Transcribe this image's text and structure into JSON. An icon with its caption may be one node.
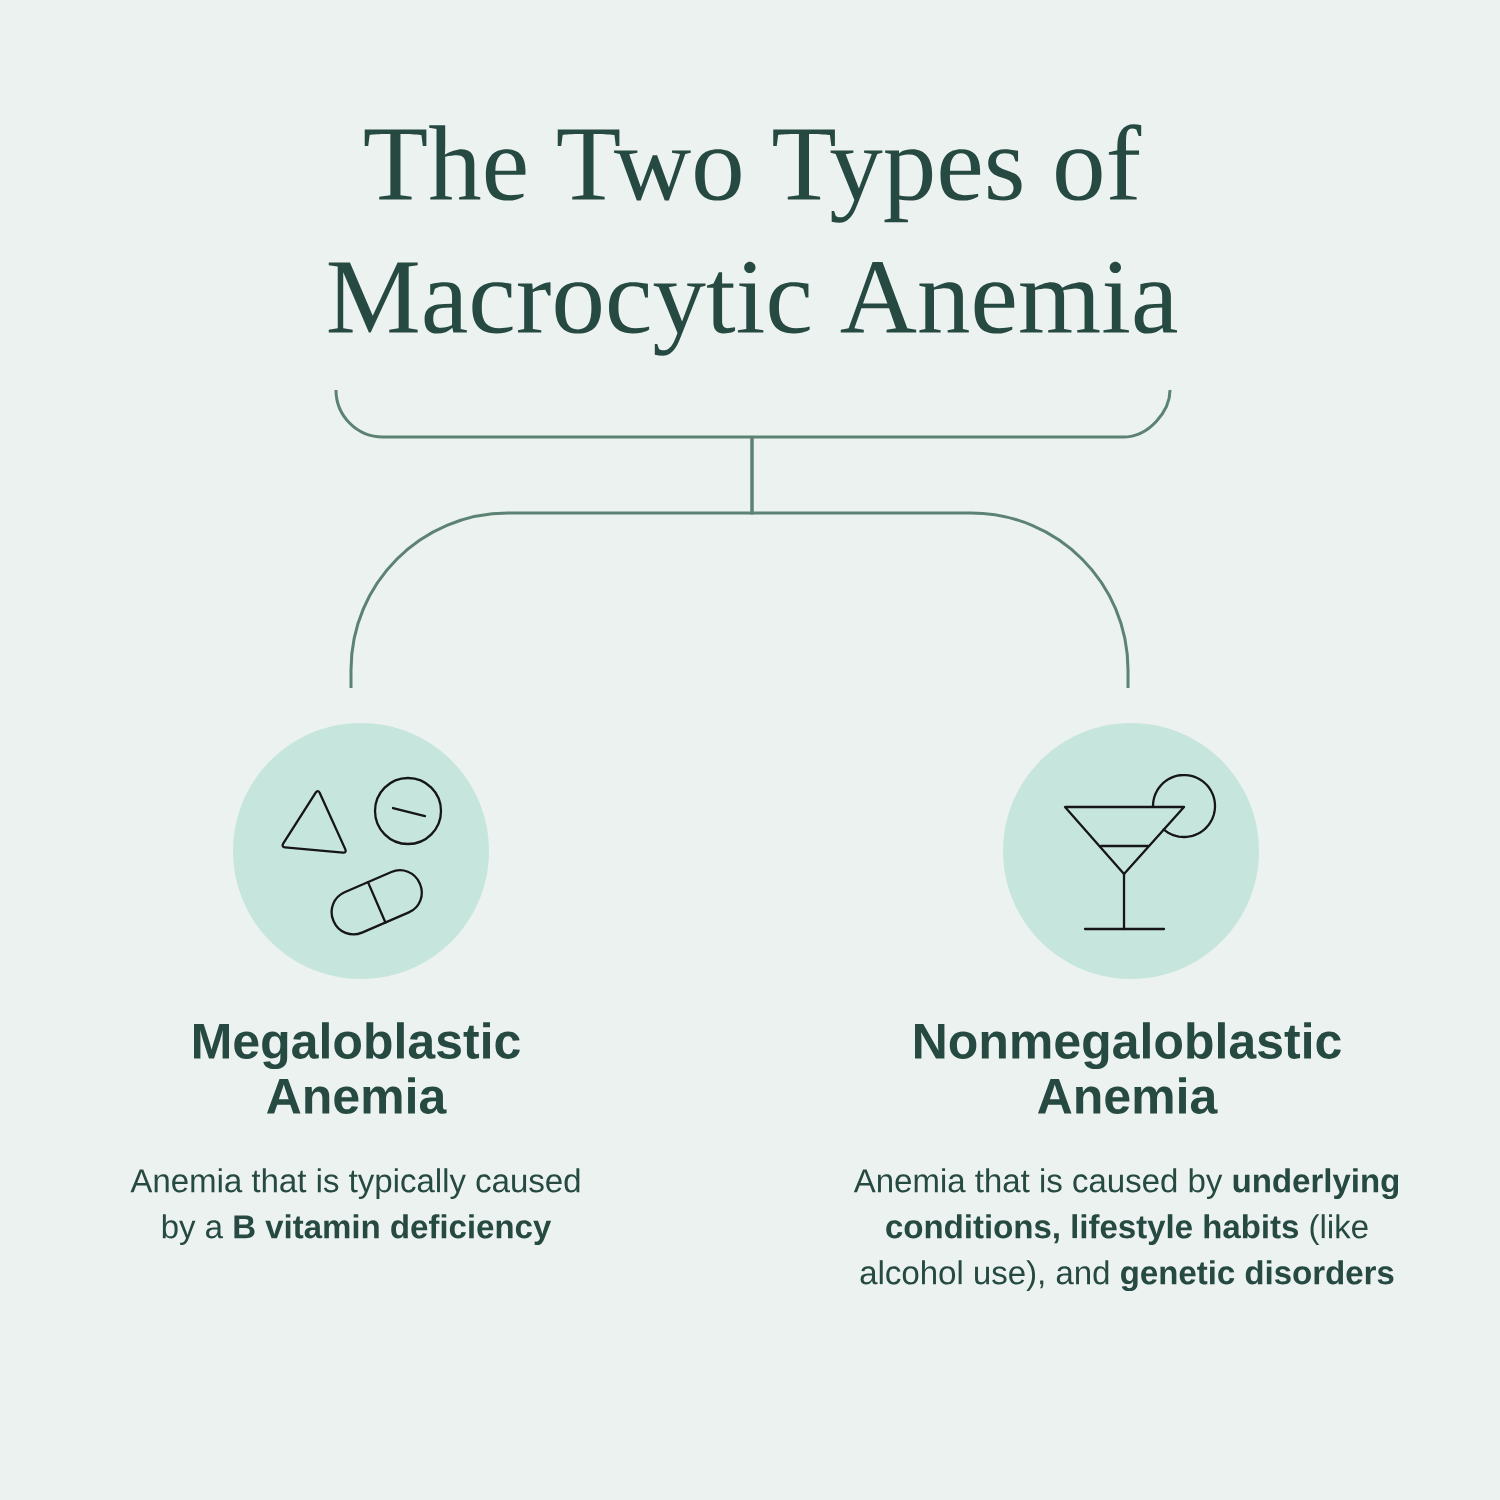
{
  "diagram": {
    "nodes": [
      {
        "text": [
          "The Two Types of Macrocytic Anemia"
        ]
      },
      {
        "text": [
          "Megaloblastic Anemia",
          "Anemia that is typically caused by a **B vitamin deficiency**"
        ]
      },
      {
        "text": [
          "Nonmegaloblastic Anemia",
          "Anemia that is caused by **underlying conditions, lifestyle habits** (like alcohol use), and **genetic disorders**"
        ]
      }
    ],
    "edges": [
      {
        "from": 0,
        "to": 1,
        "arrow": "none"
      },
      {
        "from": 0,
        "to": 2,
        "arrow": "none"
      }
    ]
  }
}
